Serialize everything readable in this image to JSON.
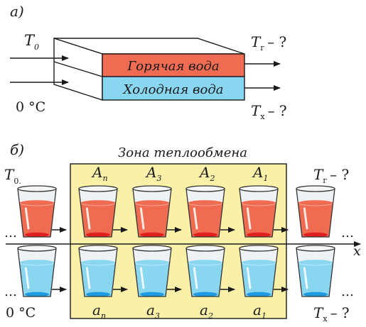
{
  "part_a": {
    "label": "а)",
    "inlet_temp": "T",
    "inlet_sub": "0",
    "hot_label": "Горячая вода",
    "cold_label": "Холодная вода",
    "cold_inlet": "0 °C",
    "out_hot": "T",
    "out_hot_sub": "г",
    "out_hot_q": "– ?",
    "out_cold": "T",
    "out_cold_sub": "х",
    "out_cold_q": "– ?",
    "colors": {
      "hot": "#ef6b52",
      "cold": "#89d6f1"
    }
  },
  "part_b": {
    "label": "б)",
    "zone_title": "Зона теплообмена",
    "inlet_temp": "T",
    "inlet_sub": "0.",
    "cold_inlet": "0 °C",
    "out_hot": "T",
    "out_hot_sub": "г",
    "out_hot_q": "– ?",
    "out_cold": "T",
    "out_cold_sub": "х",
    "out_cold_q": "– ?",
    "axis_label": "x",
    "ellipsis": "…",
    "hot_glasses": [
      {
        "name": "A",
        "sub": "n"
      },
      {
        "name": "A",
        "sub": "3"
      },
      {
        "name": "A",
        "sub": "2"
      },
      {
        "name": "A",
        "sub": "1"
      }
    ],
    "cold_glasses": [
      {
        "name": "a",
        "sub": "n"
      },
      {
        "name": "a",
        "sub": "3"
      },
      {
        "name": "a",
        "sub": "2"
      },
      {
        "name": "a",
        "sub": "1"
      }
    ],
    "colors": {
      "zone": "#fbf0a8",
      "hot": "#ef6b52",
      "hot_bottom": "#e02020",
      "cold": "#89d6f1",
      "cold_bottom": "#1e9be0"
    }
  }
}
